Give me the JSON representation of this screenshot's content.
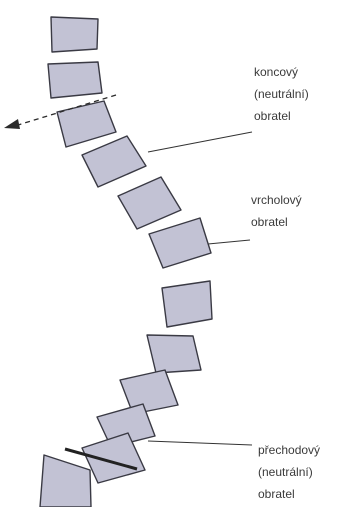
{
  "diagram": {
    "vertebra_color": "#c2c2d4",
    "outline_color": "#3a3a44",
    "label_color": "#3a3a3a",
    "vertebrae_count": 12,
    "labels": {
      "end_vertebra": {
        "line1": "koncový",
        "line2": "(neutrální)",
        "line3": "obratel"
      },
      "apical_vertebra": {
        "line1": "vrcholový",
        "line2": "obratel"
      },
      "transitional_vertebra": {
        "line1": "přechodový",
        "line2": "(neutrální)",
        "line3": "obratel"
      }
    }
  }
}
